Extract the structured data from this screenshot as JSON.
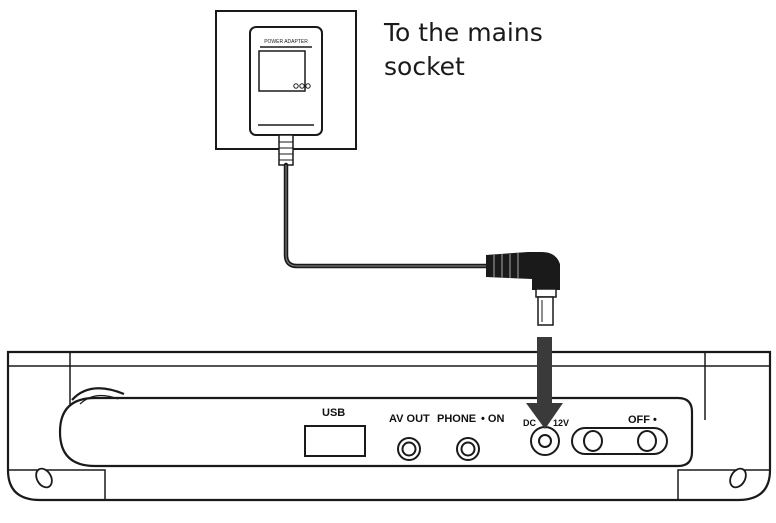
{
  "caption": {
    "line1": "To the mains",
    "line2": "socket"
  },
  "adapter": {
    "label": "POWER ADAPTER"
  },
  "device": {
    "usb_label": "USB",
    "av_out_label": "AV OUT",
    "phone_label": "PHONE",
    "on_label": "• ON",
    "dc_label": "DC",
    "voltage_label": "12V",
    "off_label": "OFF •"
  },
  "colors": {
    "line": "#1a1a1a",
    "arrow": "#3a3a3a",
    "background": "#ffffff"
  }
}
